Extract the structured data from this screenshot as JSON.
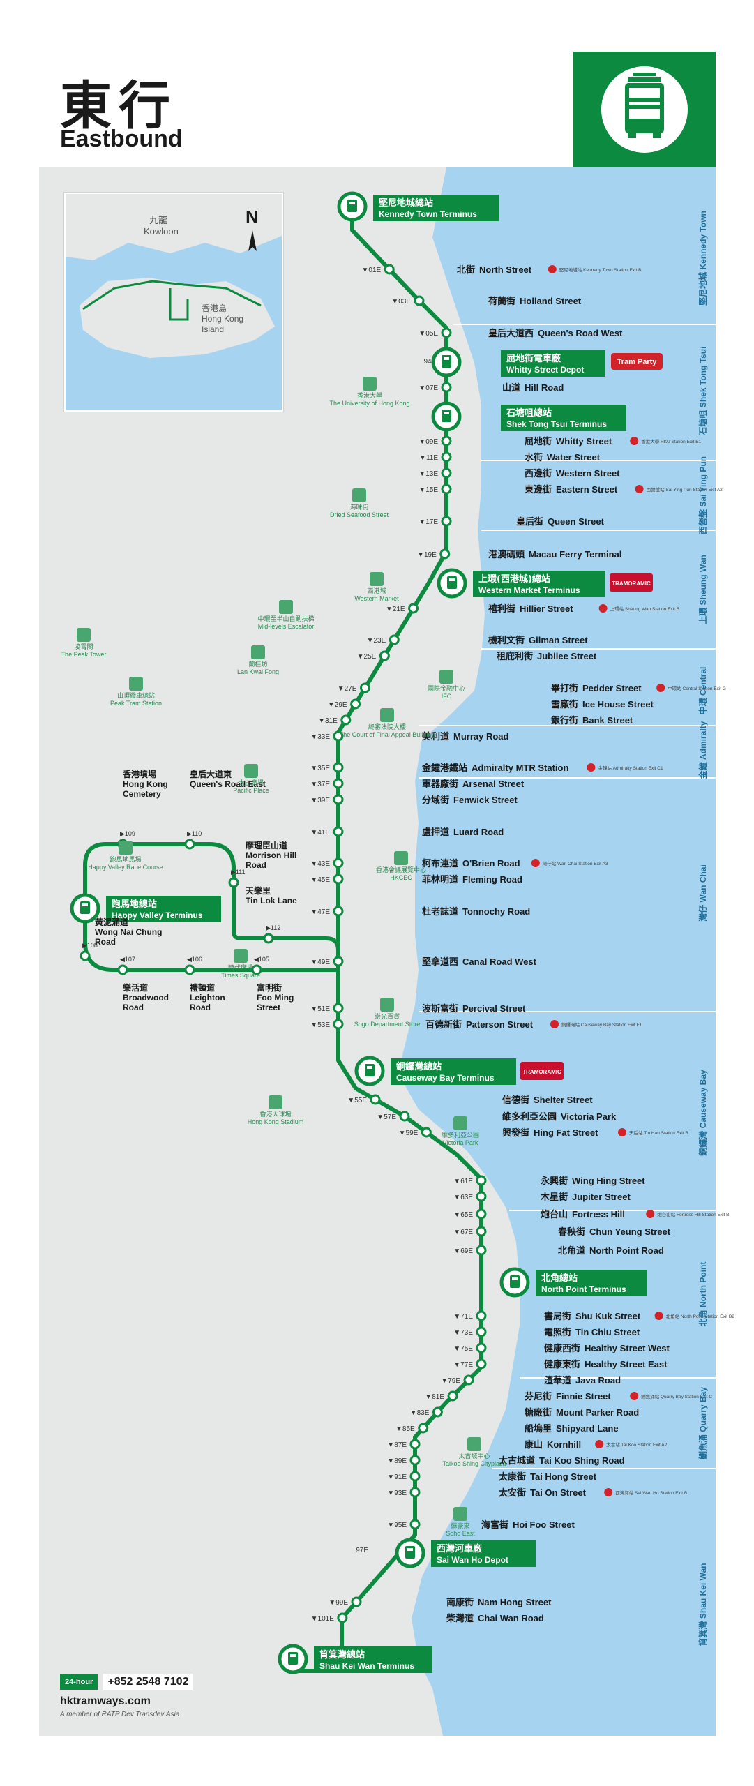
{
  "header": {
    "title_cn": "東行",
    "title_en": "Eastbound"
  },
  "inset": {
    "kowloon_cn": "九龍",
    "kowloon_en": "Kowloon",
    "island_cn": "香港島",
    "island_en1": "Hong Kong",
    "island_en2": "Island",
    "north": "N"
  },
  "side_labels": [
    {
      "cn": "堅尼地城",
      "en": "Kennedy Town"
    },
    {
      "cn": "石塘咀",
      "en": "Shek Tong Tsui"
    },
    {
      "cn": "西營盤",
      "en": "Sai Ying Pun"
    },
    {
      "cn": "上環",
      "en": "Sheung Wan"
    },
    {
      "cn": "中環",
      "en": "Central"
    },
    {
      "cn": "金鐘",
      "en": "Admiralty"
    },
    {
      "cn": "灣仔",
      "en": "Wan Chai"
    },
    {
      "cn": "銅鑼灣",
      "en": "Causeway Bay"
    },
    {
      "cn": "北角",
      "en": "North Point"
    },
    {
      "cn": "鰂魚涌",
      "en": "Quarry Bay"
    },
    {
      "cn": "筲箕灣",
      "en": "Shau Kei Wan"
    }
  ],
  "stops": [
    {
      "code": "01E",
      "cn": "北街",
      "en": "North Street",
      "mtr": "堅尼地城站 Kennedy Town Station Exit B"
    },
    {
      "code": "03E",
      "cn": "荷蘭街",
      "en": "Holland Street",
      "mtr": ""
    },
    {
      "code": "05E",
      "cn": "皇后大道西",
      "en": "Queen's Road West",
      "mtr": ""
    },
    {
      "code": "07E",
      "cn": "山道",
      "en": "Hill Road",
      "mtr": ""
    },
    {
      "code": "09E",
      "cn": "屈地街",
      "en": "Whitty Street",
      "mtr": "香港大學 HKU Station Exit B1"
    },
    {
      "code": "11E",
      "cn": "水街",
      "en": "Water Street",
      "mtr": ""
    },
    {
      "code": "13E",
      "cn": "西邊街",
      "en": "Western Street",
      "mtr": ""
    },
    {
      "code": "15E",
      "cn": "東邊街",
      "en": "Eastern Street",
      "mtr": "西營盤站 Sai Ying Pun Station Exit A2"
    },
    {
      "code": "17E",
      "cn": "皇后街",
      "en": "Queen Street",
      "mtr": ""
    },
    {
      "code": "19E",
      "cn": "港澳碼頭",
      "en": "Macau Ferry Terminal",
      "mtr": ""
    },
    {
      "code": "21E",
      "cn": "禧利街",
      "en": "Hillier Street",
      "mtr": "上環站 Sheung Wan Station Exit B"
    },
    {
      "code": "23E",
      "cn": "機利文街",
      "en": "Gilman Street",
      "mtr": ""
    },
    {
      "code": "25E",
      "cn": "租庇利街",
      "en": "Jubilee Street",
      "mtr": ""
    },
    {
      "code": "27E",
      "cn": "畢打街",
      "en": "Pedder Street",
      "mtr": "中環站 Central Station Exit G"
    },
    {
      "code": "29E",
      "cn": "雪廠街",
      "en": "Ice House Street",
      "mtr": ""
    },
    {
      "code": "31E",
      "cn": "銀行街",
      "en": "Bank Street",
      "mtr": ""
    },
    {
      "code": "33E",
      "cn": "美利道",
      "en": "Murray Road",
      "mtr": ""
    },
    {
      "code": "35E",
      "cn": "金鐘港鐵站",
      "en": "Admiralty MTR Station",
      "mtr": "金鐘站 Admiralty Station Exit C1"
    },
    {
      "code": "37E",
      "cn": "軍器廠街",
      "en": "Arsenal Street",
      "mtr": ""
    },
    {
      "code": "39E",
      "cn": "分域街",
      "en": "Fenwick Street",
      "mtr": ""
    },
    {
      "code": "41E",
      "cn": "盧押道",
      "en": "Luard Road",
      "mtr": ""
    },
    {
      "code": "43E",
      "cn": "柯布連道",
      "en": "O'Brien Road",
      "mtr": "灣仔站 Wan Chai Station Exit A3"
    },
    {
      "code": "45E",
      "cn": "菲林明道",
      "en": "Fleming Road",
      "mtr": ""
    },
    {
      "code": "47E",
      "cn": "杜老誌道",
      "en": "Tonnochy Road",
      "mtr": ""
    },
    {
      "code": "49E",
      "cn": "堅拿道西",
      "en": "Canal Road West",
      "mtr": ""
    },
    {
      "code": "51E",
      "cn": "波斯富街",
      "en": "Percival Street",
      "mtr": ""
    },
    {
      "code": "53E",
      "cn": "百德新街",
      "en": "Paterson Street",
      "mtr": "銅鑼灣站 Causeway Bay Station Exit F1"
    },
    {
      "code": "55E",
      "cn": "信德街",
      "en": "Shelter Street",
      "mtr": ""
    },
    {
      "code": "57E",
      "cn": "維多利亞公園",
      "en": "Victoria Park",
      "mtr": ""
    },
    {
      "code": "59E",
      "cn": "興發街",
      "en": "Hing Fat Street",
      "mtr": "天后站 Tin Hau Station Exit B"
    },
    {
      "code": "61E",
      "cn": "永興街",
      "en": "Wing Hing Street",
      "mtr": ""
    },
    {
      "code": "63E",
      "cn": "木星街",
      "en": "Jupiter Street",
      "mtr": ""
    },
    {
      "code": "65E",
      "cn": "炮台山",
      "en": "Fortress Hill",
      "mtr": "炮台山站 Fortress Hill Station Exit B"
    },
    {
      "code": "67E",
      "cn": "春秧街",
      "en": "Chun Yeung Street",
      "mtr": ""
    },
    {
      "code": "69E",
      "cn": "北角道",
      "en": "North Point Road",
      "mtr": ""
    },
    {
      "code": "71E",
      "cn": "書局街",
      "en": "Shu Kuk Street",
      "mtr": "北角站 North Point Station Exit B2"
    },
    {
      "code": "73E",
      "cn": "電照街",
      "en": "Tin Chiu Street",
      "mtr": ""
    },
    {
      "code": "75E",
      "cn": "健康西街",
      "en": "Healthy Street West",
      "mtr": ""
    },
    {
      "code": "77E",
      "cn": "健康東街",
      "en": "Healthy Street East",
      "mtr": ""
    },
    {
      "code": "79E",
      "cn": "渣華道",
      "en": "Java Road",
      "mtr": ""
    },
    {
      "code": "81E",
      "cn": "芬尼街",
      "en": "Finnie Street",
      "mtr": "鰂魚涌站 Quarry Bay Station Exit C"
    },
    {
      "code": "83E",
      "cn": "糖廠街",
      "en": "Mount Parker Road",
      "mtr": ""
    },
    {
      "code": "85E",
      "cn": "船塢里",
      "en": "Shipyard Lane",
      "mtr": ""
    },
    {
      "code": "87E",
      "cn": "康山",
      "en": "Kornhill",
      "mtr": "太古站 Tai Koo Station Exit A2"
    },
    {
      "code": "89E",
      "cn": "太古城道",
      "en": "Tai Koo Shing Road",
      "mtr": ""
    },
    {
      "code": "91E",
      "cn": "太康街",
      "en": "Tai Hong Street",
      "mtr": ""
    },
    {
      "code": "93E",
      "cn": "太安街",
      "en": "Tai On Street",
      "mtr": "西灣河站 Sai Wan Ho Station Exit B"
    },
    {
      "code": "95E",
      "cn": "海富街",
      "en": "Hoi Foo Street",
      "mtr": ""
    },
    {
      "code": "99E",
      "cn": "南康街",
      "en": "Nam Hong Street",
      "mtr": ""
    },
    {
      "code": "101E",
      "cn": "柴灣道",
      "en": "Chai Wan Road",
      "mtr": ""
    }
  ],
  "terminals": [
    {
      "cn": "堅尼地城總站",
      "en": "Kennedy Town Terminus"
    },
    {
      "cn": "屈地街電車廠",
      "en": "Whitty Street Depot"
    },
    {
      "cn": "石塘咀總站",
      "en": "Shek Tong Tsui Terminus"
    },
    {
      "cn": "上環(西港城)總站",
      "en": "Western Market Terminus"
    },
    {
      "cn": "銅鑼灣總站",
      "en": "Causeway Bay Terminus"
    },
    {
      "cn": "北角總站",
      "en": "North Point Terminus"
    },
    {
      "cn": "西灣河車廠",
      "en": "Sai Wan Ho Depot"
    },
    {
      "cn": "筲箕灣總站",
      "en": "Shau Kei Wan Terminus"
    },
    {
      "cn": "跑馬地總站",
      "en": "Happy Valley Terminus"
    }
  ],
  "side_codes": [
    "94W",
    "97E"
  ],
  "happy_valley": [
    {
      "code": "109",
      "cn": "香港墳場",
      "en1": "Hong Kong",
      "en2": "Cemetery"
    },
    {
      "code": "110",
      "cn": "皇后大道東",
      "en1": "Queen's Road East",
      "en2": ""
    },
    {
      "code": "111",
      "cn": "摩理臣山道",
      "en1": "Morrison Hill",
      "en2": "Road"
    },
    {
      "code": "112",
      "cn": "天樂里",
      "en1": "Tin Lok Lane",
      "en2": ""
    },
    {
      "code": "108",
      "cn": "黃泥涌道",
      "en1": "Wong Nai Chung",
      "en2": "Road"
    },
    {
      "code": "107",
      "cn": "樂活道",
      "en1": "Broadwood",
      "en2": "Road"
    },
    {
      "code": "106",
      "cn": "禮頓道",
      "en1": "Leighton",
      "en2": "Road"
    },
    {
      "code": "105",
      "cn": "富明街",
      "en1": "Foo Ming",
      "en2": "Street"
    }
  ],
  "landmarks": [
    {
      "cn": "香港大學",
      "en": "The University of Hong Kong"
    },
    {
      "cn": "海味街",
      "en": "Dried Seafood Street"
    },
    {
      "cn": "西港城",
      "en": "Western Market"
    },
    {
      "cn": "中環至半山自動扶梯",
      "en": "Mid-levels Escalator"
    },
    {
      "cn": "凌霄閣",
      "en": "The Peak Tower"
    },
    {
      "cn": "蘭桂坊",
      "en": "Lan Kwai Fong"
    },
    {
      "cn": "山頂纜車總站",
      "en": "Peak Tram Station"
    },
    {
      "cn": "國際金融中心",
      "en": "IFC"
    },
    {
      "cn": "終審法院大樓",
      "en": "The Court of Final Appeal Building"
    },
    {
      "cn": "太古廣場",
      "en": "Pacific Place"
    },
    {
      "cn": "香港會議展覽中心",
      "en": "HKCEC"
    },
    {
      "cn": "跑馬地馬場",
      "en": "Happy Valley Race Course"
    },
    {
      "cn": "時代廣場",
      "en": "Times Square"
    },
    {
      "cn": "崇光百貨",
      "en": "Sogo Department Store"
    },
    {
      "cn": "香港大球場",
      "en": "Hong Kong Stadium"
    },
    {
      "cn": "維多利亞公園",
      "en": "Victoria Park"
    },
    {
      "cn": "太古城中心",
      "en": "Taikoo Shing Cityplaza"
    },
    {
      "cn": "蘇豪東",
      "en": "Soho East"
    }
  ],
  "badges": {
    "tram_party": "Tram Party",
    "tramoramic": "TRAMORAMIC"
  },
  "footer": {
    "hour_badge": "24-hour",
    "phone": "+852 2548 7102",
    "website": "hktramways.com",
    "member": "A member of RATP Dev Transdev Asia"
  },
  "colors": {
    "brand_green": "#0c8a3f",
    "land": "#e6e7e7",
    "sea": "#a6d4f0",
    "mtr_red": "#d2232a"
  }
}
